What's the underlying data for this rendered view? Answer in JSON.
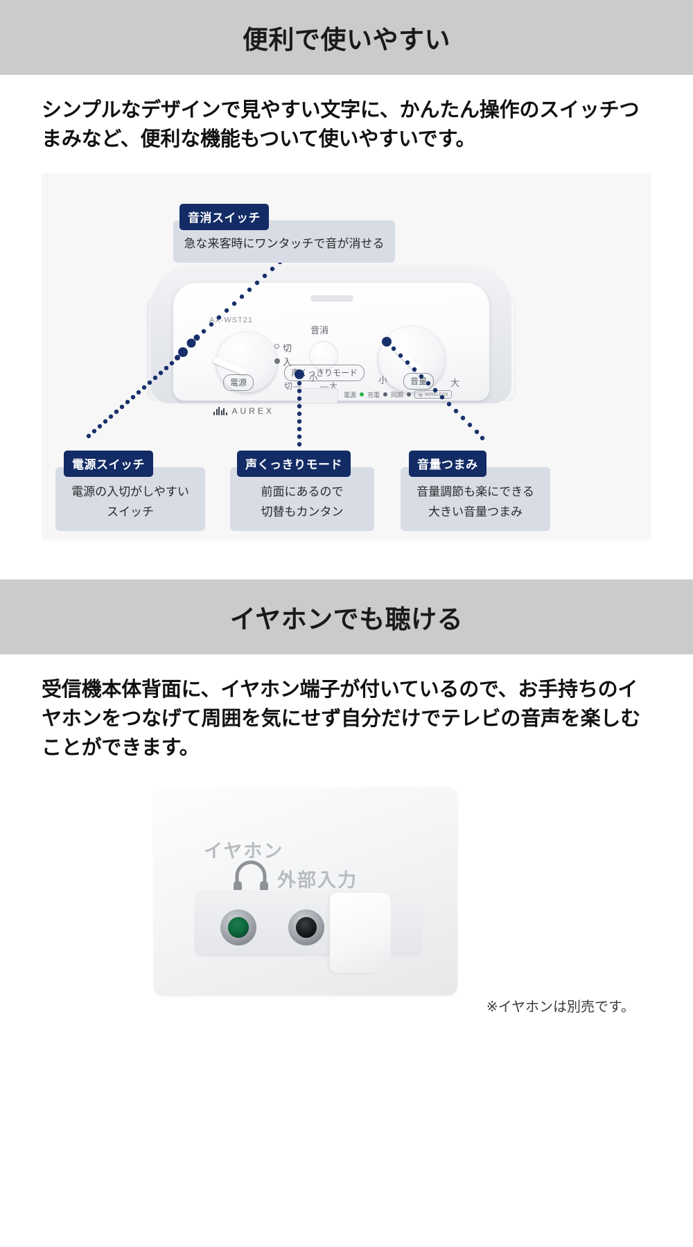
{
  "sections": [
    {
      "id": "convenient",
      "band_title": "便利で使いやすい",
      "lead": "シンプルなデザインで見やすい文字に、かんたん操作のスイッチつまみなど、便利な機能もついて使いやすいです。"
    },
    {
      "id": "earphone",
      "band_title": "イヤホンでも聴ける",
      "lead": "受信機本体背面に、イヤホン端子が付いているので、お手持ちのイヤホンをつなげて周囲を気にせず自分だけでテレビの音声を楽しむことができます。"
    }
  ],
  "callouts": {
    "mute": {
      "title": "音消スイッチ",
      "lines": [
        "急な来客時にワンタッチで音が消せる"
      ]
    },
    "power": {
      "title": "電源スイッチ",
      "lines": [
        "電源の入切がしやすい",
        "スイッチ"
      ]
    },
    "voice": {
      "title": "声くっきりモード",
      "lines": [
        "前面にあるので",
        "切替もカンタン"
      ]
    },
    "volume": {
      "title": "音量つまみ",
      "lines": [
        "音量調節も楽にできる",
        "大きい音量つまみ"
      ]
    }
  },
  "device": {
    "model_number": "AX-WST21",
    "brand": "AUREX",
    "labels": {
      "mute": "音消",
      "power_off": "切",
      "power_on": "入",
      "power_pill": "電源",
      "voice_mode_pill": "声くっきりモード",
      "volume_pill": "音量",
      "scale": "切—　　—大",
      "scale_small": "小",
      "volume_small": "小",
      "volume_large": "大"
    },
    "indicators": [
      {
        "label": "電源",
        "color": "#2bb24c"
      },
      {
        "label": "充電",
        "color": "#5a6070"
      },
      {
        "label": "同期",
        "color": "#5a6070"
      }
    ],
    "wireless_badge": "WIRELESS"
  },
  "earphone_photo": {
    "label_earphone": "イヤホン",
    "label_aux": "外部入力",
    "icon": "headphones-icon"
  },
  "footnote": "※イヤホンは別売です。",
  "colors": {
    "band_background": "#cbcbcb",
    "callout_header": "#132c66",
    "callout_body": "#d7dce5",
    "figure_background": "#f7f7f7",
    "text": "#111111"
  }
}
